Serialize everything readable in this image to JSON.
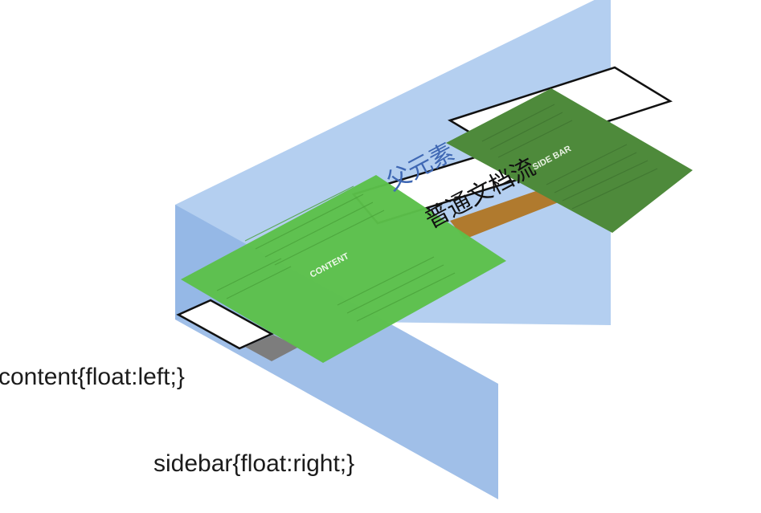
{
  "parent_label": "父元素",
  "normal_flow_label": "普通文档流",
  "content_box": {
    "label": "CONTENT",
    "color": "#5cc04a"
  },
  "sidebar_box": {
    "label": "SIDE BAR",
    "color": "#4e8a3b"
  },
  "code_labels": {
    "content": "content{float:left;}",
    "sidebar": "sidebar{float:right;}"
  },
  "colors": {
    "parent_plane": "#a9c8ee",
    "parent_text": "#3f68b4",
    "normal_flow_outline": "#111111",
    "brown_strip": "#b07a2e",
    "gray_strip": "#7d7d7d"
  }
}
